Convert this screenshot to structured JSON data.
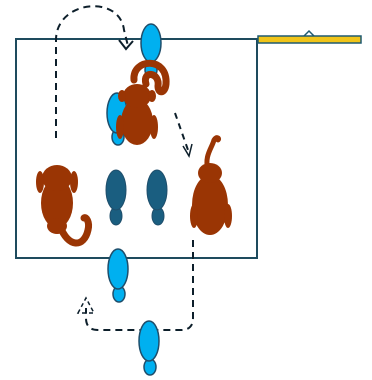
{
  "colors": {
    "background": "#ffffff",
    "box_stroke": "#1e4b5e",
    "monkey": "#9a3504",
    "monkey_dark": "#6e2503",
    "player_light": "#00b0f0",
    "player_dark": "#1a5e80",
    "player_outline": "#1f4e6b",
    "flap_fill": "#f0c419",
    "flap_stroke": "#1f5a70",
    "path_stroke": "#0d1f2b"
  },
  "diagram": {
    "elements": [
      "room-box",
      "trap-door-flap",
      "monkey-top-center",
      "monkey-left",
      "monkey-right",
      "player-blue-top",
      "player-blue-left-of-monkey",
      "player-dark-left",
      "player-dark-right",
      "player-blue-bottom-edge",
      "player-blue-bottom",
      "path-top-loop",
      "path-diagonal",
      "path-bottom-route"
    ]
  }
}
